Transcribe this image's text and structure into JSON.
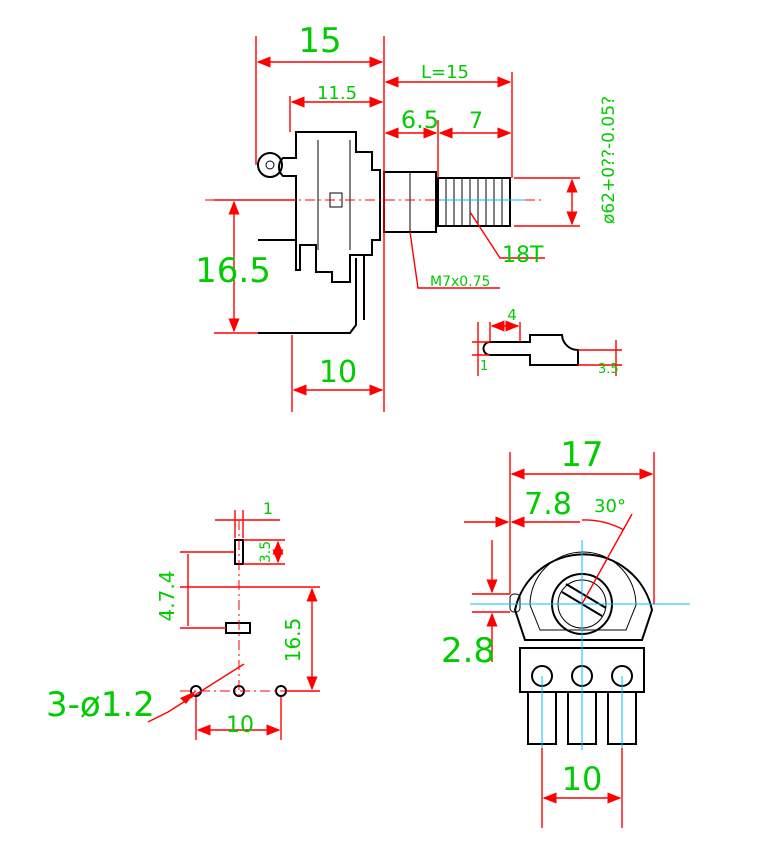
{
  "colors": {
    "dimension_text": "#00cc00",
    "dimension_line": "#ff0000",
    "centerline": "#00bfff",
    "outline": "#000000"
  },
  "side_view": {
    "d_15": "15",
    "d_11_5": "11.5",
    "d_L15": "L=15",
    "d_6_5": "6.5",
    "d_7": "7",
    "d_shaft_dia": "ø62+0??-0.05?",
    "d_18T": "18T",
    "d_thread": "M7x0.75",
    "d_16_5": "16.5",
    "d_10": "10"
  },
  "terminal_detail": {
    "d_4": "4",
    "d_1": "1",
    "d_3_5": "3.5"
  },
  "pcb_layout": {
    "d_1": "1",
    "d_3_5": "3.5",
    "d_4_7_4": "4.7.4",
    "d_16_5": "16.5",
    "d_holes": "3-ø1.2",
    "d_10": "10"
  },
  "front_view": {
    "d_17": "17",
    "d_7_8": "7.8",
    "d_30": "30°",
    "d_2_8": "2.8",
    "d_10": "10"
  }
}
